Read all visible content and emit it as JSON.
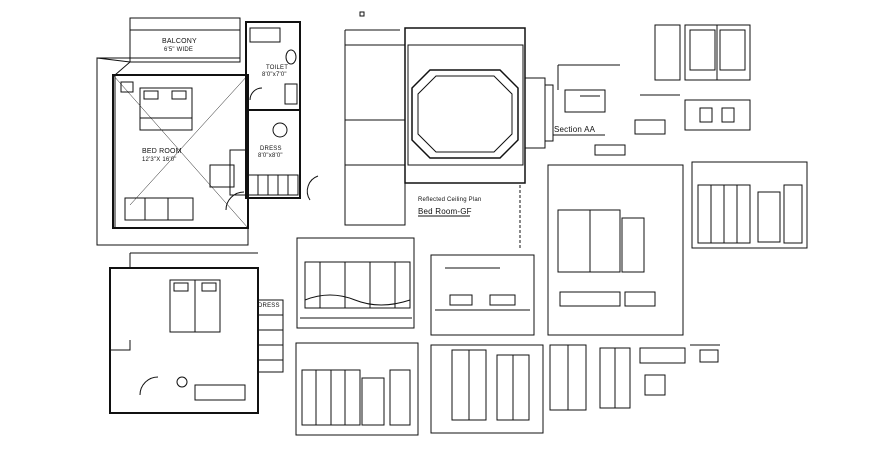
{
  "sheet": {
    "labels": {
      "balcony": "BALCONY",
      "balcony_size": "6'5\" WIDE",
      "toilet": "TOILET",
      "toilet_size": "8'0\"x7'0\"",
      "bed_room": "BED ROOM",
      "bed_room_size": "12'3\"X 16'0\"",
      "dress": "DRESS",
      "dress_size": "8'0\"x8'0\"",
      "reflected_ceiling_plan": "Reflected Ceiling Plan",
      "bed_room_gf": "Bed Room-GF",
      "section_aa": "Section AA",
      "dress_2": "DRESS"
    }
  }
}
